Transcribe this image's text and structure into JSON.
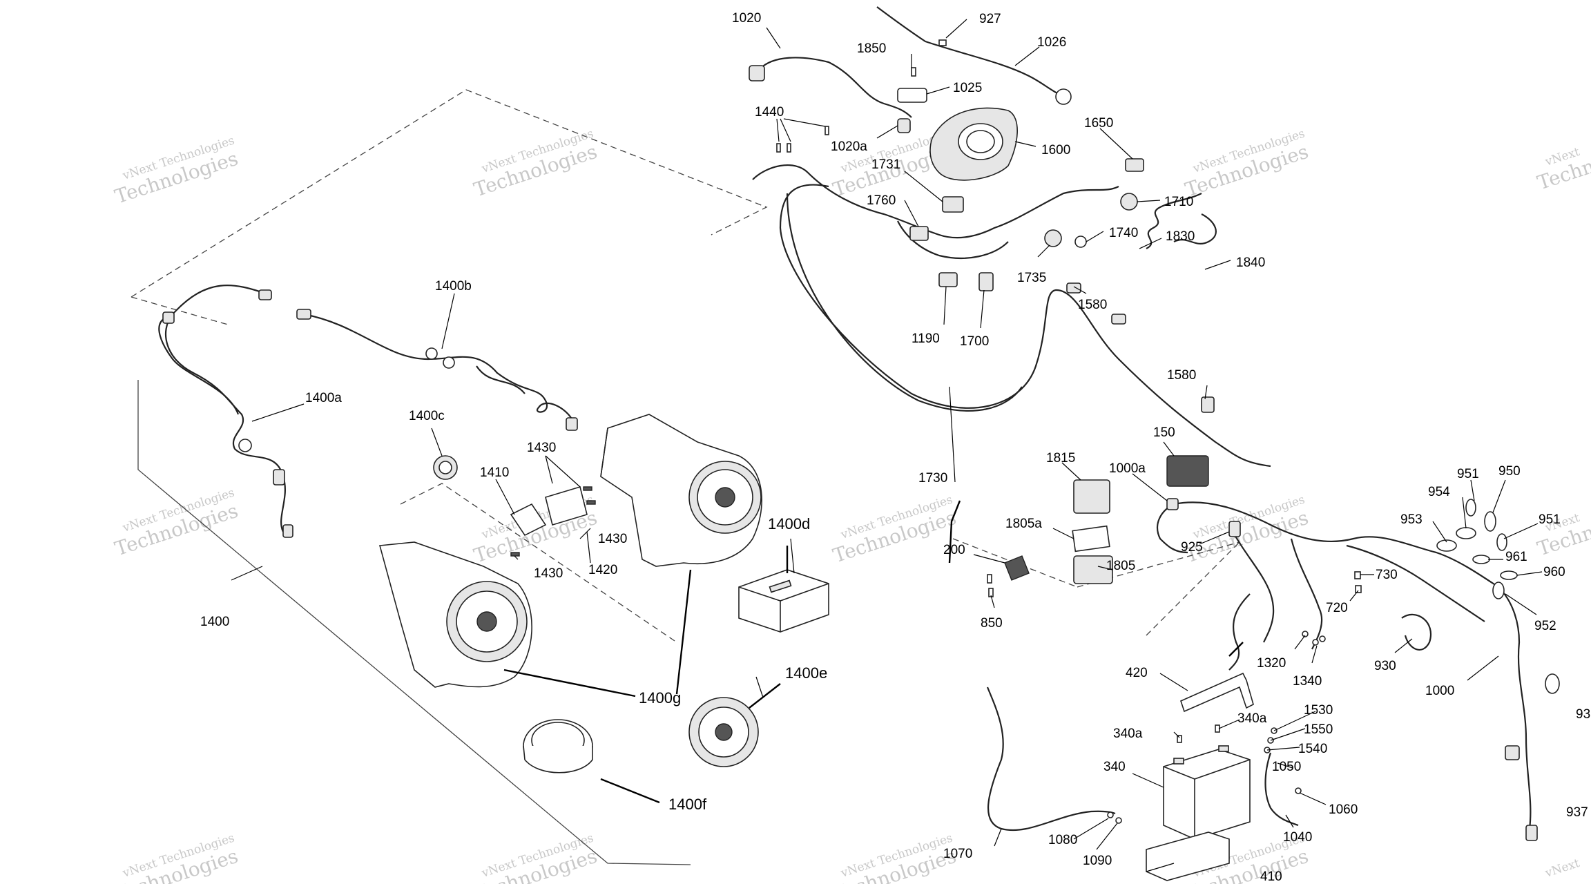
{
  "labels": [
    {
      "id": "l1020",
      "text": "1020"
    },
    {
      "id": "l927",
      "text": "927"
    },
    {
      "id": "l1026",
      "text": "1026"
    },
    {
      "id": "l1850",
      "text": "1850"
    },
    {
      "id": "l1025",
      "text": "1025"
    },
    {
      "id": "l1440",
      "text": "1440"
    },
    {
      "id": "l1020a",
      "text": "1020a"
    },
    {
      "id": "l1600",
      "text": "1600"
    },
    {
      "id": "l1650",
      "text": "1650"
    },
    {
      "id": "l1731",
      "text": "1731"
    },
    {
      "id": "l1710",
      "text": "1710"
    },
    {
      "id": "l1760",
      "text": "1760"
    },
    {
      "id": "l1740",
      "text": "1740"
    },
    {
      "id": "l1830",
      "text": "1830"
    },
    {
      "id": "l1840",
      "text": "1840"
    },
    {
      "id": "l1735",
      "text": "1735"
    },
    {
      "id": "l1580a",
      "text": "1580"
    },
    {
      "id": "l1190",
      "text": "1190"
    },
    {
      "id": "l1700",
      "text": "1700"
    },
    {
      "id": "l1400b",
      "text": "1400b"
    },
    {
      "id": "l1400a",
      "text": "1400a"
    },
    {
      "id": "l1580b",
      "text": "1580"
    },
    {
      "id": "l1400c",
      "text": "1400c"
    },
    {
      "id": "l1430a",
      "text": "1430"
    },
    {
      "id": "l1410",
      "text": "1410"
    },
    {
      "id": "l150",
      "text": "150"
    },
    {
      "id": "l1815",
      "text": "1815"
    },
    {
      "id": "l1000a",
      "text": "1000a"
    },
    {
      "id": "l1730",
      "text": "1730"
    },
    {
      "id": "l951a",
      "text": "951"
    },
    {
      "id": "l950",
      "text": "950"
    },
    {
      "id": "l954",
      "text": "954"
    },
    {
      "id": "l953",
      "text": "953"
    },
    {
      "id": "l951b",
      "text": "951"
    },
    {
      "id": "l1430b",
      "text": "1430"
    },
    {
      "id": "l1420",
      "text": "1420"
    },
    {
      "id": "l1430c",
      "text": "1430"
    },
    {
      "id": "l1400d",
      "text": "1400d"
    },
    {
      "id": "l1805a",
      "text": "1805a"
    },
    {
      "id": "l200",
      "text": "200"
    },
    {
      "id": "l1805",
      "text": "1805"
    },
    {
      "id": "l925",
      "text": "925"
    },
    {
      "id": "l961",
      "text": "961"
    },
    {
      "id": "l960",
      "text": "960"
    },
    {
      "id": "l730",
      "text": "730"
    },
    {
      "id": "l720",
      "text": "720"
    },
    {
      "id": "l952",
      "text": "952"
    },
    {
      "id": "l1400",
      "text": "1400"
    },
    {
      "id": "l850",
      "text": "850"
    },
    {
      "id": "l1320",
      "text": "1320"
    },
    {
      "id": "l1340",
      "text": "1340"
    },
    {
      "id": "l930",
      "text": "930"
    },
    {
      "id": "l1000",
      "text": "1000"
    },
    {
      "id": "l420",
      "text": "420"
    },
    {
      "id": "l1400e",
      "text": "1400e"
    },
    {
      "id": "l1400g",
      "text": "1400g"
    },
    {
      "id": "l1530",
      "text": "1530"
    },
    {
      "id": "l340a1",
      "text": "340a"
    },
    {
      "id": "l340a2",
      "text": "340a"
    },
    {
      "id": "l1550",
      "text": "1550"
    },
    {
      "id": "l1540",
      "text": "1540"
    },
    {
      "id": "l340",
      "text": "340"
    },
    {
      "id": "l1050",
      "text": "1050"
    },
    {
      "id": "l1060",
      "text": "1060"
    },
    {
      "id": "l1400f",
      "text": "1400f"
    },
    {
      "id": "l1040",
      "text": "1040"
    },
    {
      "id": "l1070",
      "text": "1070"
    },
    {
      "id": "l1080",
      "text": "1080"
    },
    {
      "id": "l1090",
      "text": "1090"
    },
    {
      "id": "l410",
      "text": "410"
    },
    {
      "id": "l93a",
      "text": "93"
    },
    {
      "id": "l937",
      "text": "937"
    }
  ],
  "watermark": {
    "line1": "vNext Technologies",
    "line2": "Technologies",
    "line3": "vNext"
  }
}
